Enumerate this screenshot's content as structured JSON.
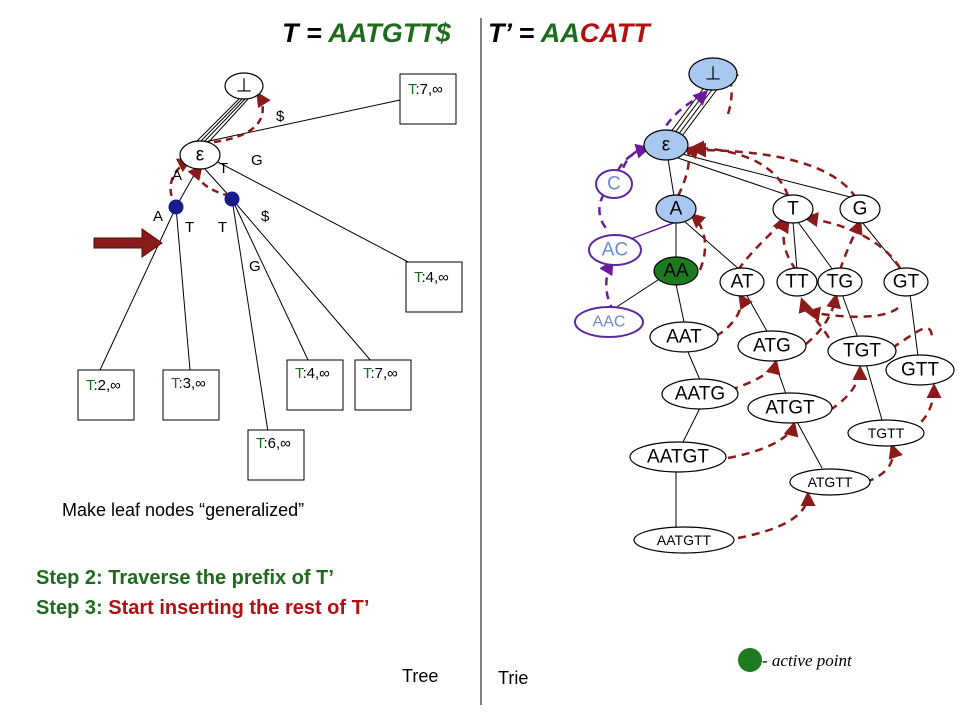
{
  "title": {
    "left_prefix": "T = ",
    "left_text": "AATGTT$",
    "right_prefix": "T’ = ",
    "right_matched": "AA",
    "right_rest": "CATT"
  },
  "tree": {
    "root_symbol": "⊥",
    "epsilon": "ε",
    "edge_labels": {
      "dollar_top": "$",
      "a_upper": "A",
      "t_upper": "T",
      "g_upper": "G",
      "a_lower": "A",
      "t_lower_left": "T",
      "t_lower_right": "T",
      "dollar_lower": "$",
      "g_lower": "G"
    },
    "leaves": [
      {
        "prefix": "T",
        "value": ":7,∞"
      },
      {
        "prefix": "T",
        "value": ":4,∞"
      },
      {
        "prefix": "T",
        "value": ":2,∞"
      },
      {
        "prefix": "T",
        "value": ":3,∞"
      },
      {
        "prefix": "T",
        "value": ":4,∞"
      },
      {
        "prefix": "T",
        "value": ":7,∞"
      },
      {
        "prefix": "T",
        "value": ":6,∞"
      }
    ],
    "caption": "Make leaf nodes “generalized”",
    "label": "Tree"
  },
  "steps": [
    {
      "label": "Step 2: ",
      "text": "Traverse the prefix of T’"
    },
    {
      "label": "Step 3: ",
      "text": "Start inserting the rest of T’"
    }
  ],
  "trie": {
    "root_symbol": "⊥",
    "epsilon": "ε",
    "nodes": [
      "C",
      "A",
      "T",
      "G",
      "AC",
      "AA",
      "AT",
      "TT",
      "TG",
      "GT",
      "AAC",
      "AAT",
      "ATG",
      "TGT",
      "GTT",
      "AATG",
      "ATGT",
      "TGTT",
      "AATGT",
      "ATGTT",
      "AATGTT"
    ],
    "label": "Trie"
  },
  "legend": {
    "text": "- active point"
  },
  "colors": {
    "green": "#1e6b1e",
    "red": "#b01010",
    "navy": "#1a1a8c",
    "node_blue": "#a8c8f0",
    "active_green": "#1e7a1e",
    "new_purple": "#5a2aa0",
    "new_text": "#6a8ad0",
    "suffix_link": "#8b1a1a"
  }
}
